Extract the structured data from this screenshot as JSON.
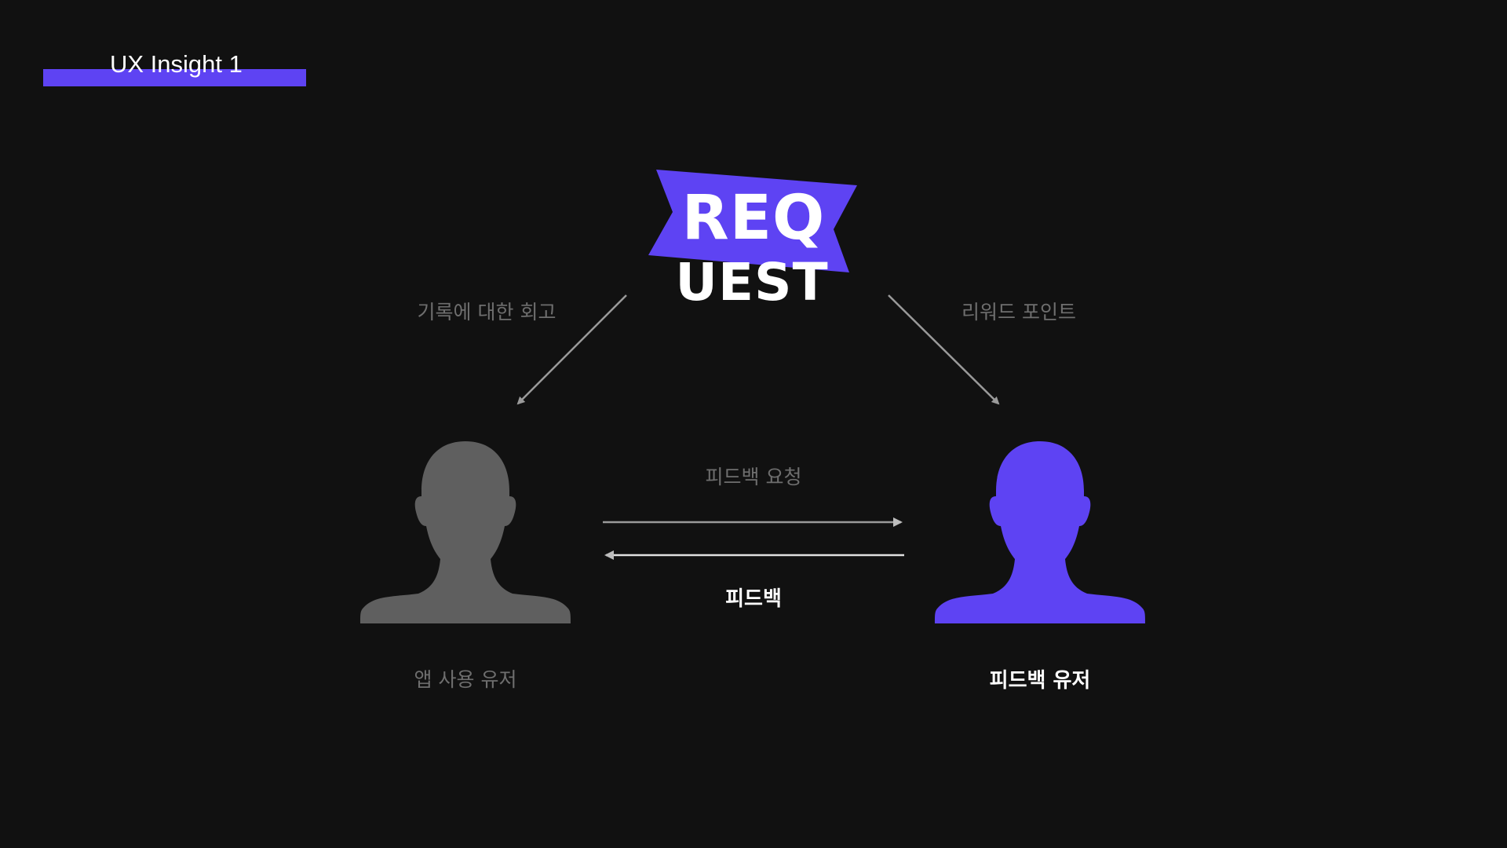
{
  "colors": {
    "background": "#111111",
    "accent": "#5e43f3",
    "muted_figure": "#5f5f5f",
    "muted_text": "#6e6e6e",
    "arrow": "#9a9a9a",
    "strong_text": "#ffffff"
  },
  "header": {
    "title": "UX Insight 1"
  },
  "logo": {
    "line1": "REQ",
    "line2": "UEST"
  },
  "diagram": {
    "left_branch_label": "기록에 대한 회고",
    "right_branch_label": "리워드 포인트",
    "request_label": "피드백 요청",
    "feedback_label": "피드백",
    "app_user_label": "앱 사용 유저",
    "feedback_user_label": "피드백 유저",
    "icons": {
      "app_user": "person-silhouette-icon",
      "feedback_user": "person-silhouette-icon"
    }
  }
}
